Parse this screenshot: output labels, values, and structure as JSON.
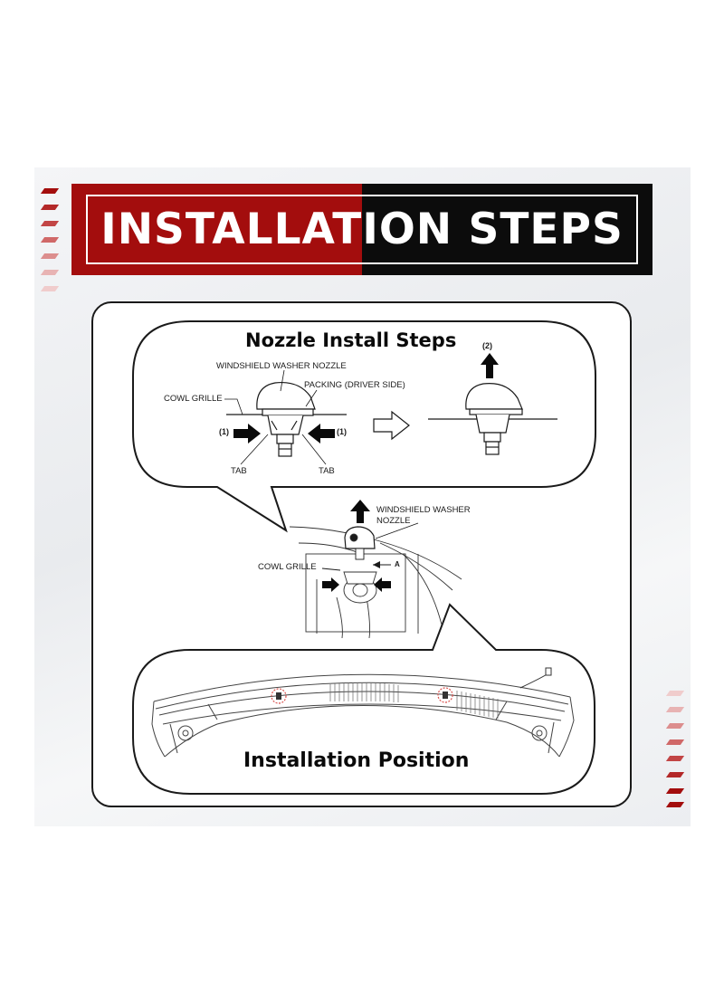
{
  "banner": {
    "title": "INSTALLATION STEPS"
  },
  "nozzle_panel": {
    "heading": "Nozzle Install Steps",
    "step_marker_2": "(2)",
    "label_nozzle": "WINDSHIELD WASHER NOZZLE",
    "label_packing": "PACKING (DRIVER SIDE)",
    "label_cowl": "COWL GRILLE",
    "label_press_left": "(1)",
    "label_press_right": "(1)",
    "label_tab_left": "TAB",
    "label_tab_right": "TAB"
  },
  "middle_detail": {
    "label_nozzle_line1": "WINDSHIELD WASHER",
    "label_nozzle_line2": "NOZZLE",
    "label_cowl": "COWL GRILLE",
    "label_a": "A"
  },
  "position_panel": {
    "heading": "Installation Position"
  },
  "colors": {
    "brand_red": "#a30d0d",
    "brand_black": "#0c0c0c",
    "marker_red": "#d9534f"
  }
}
